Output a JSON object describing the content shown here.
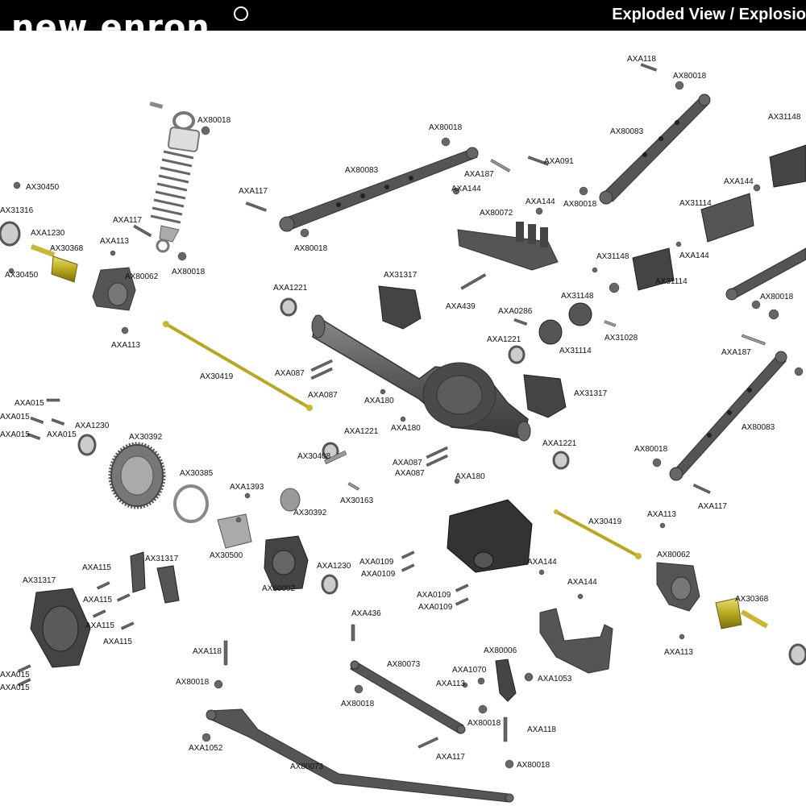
{
  "header": {
    "logo_text": "new enron",
    "title": "Exploded View / Explosio"
  },
  "labels": [
    "AXA118",
    "AX80018",
    "AX31148",
    "AX80083",
    "AX80018",
    "AX80018",
    "AXA091",
    "AXA187",
    "AX80083",
    "AXA117",
    "AX80018",
    "AXA144",
    "AXA144",
    "AX80072",
    "AX80018",
    "AX31316",
    "AX30450",
    "AXA1230",
    "AX30368",
    "AX30450",
    "AXA117",
    "AXA113",
    "AX80062",
    "AX80018",
    "AXA144",
    "AX31114",
    "AX31148",
    "AXA144",
    "AX31114",
    "AX31148",
    "AX31317",
    "AXA439",
    "AXA1221",
    "AXA0286",
    "AX31028",
    "AX31114",
    "AXA113",
    "AX30419",
    "AXA087",
    "AXA087",
    "AXA180",
    "AXA1221",
    "AX31317",
    "AXA187",
    "AX80018",
    "AXA015",
    "AXA015",
    "AXA015",
    "AXA015",
    "AXA1230",
    "AX30392",
    "AXA1221",
    "AX80083",
    "AXA180",
    "AXA087",
    "AXA087",
    "AX30408",
    "AXA1221",
    "AXA180",
    "AX80018",
    "AX30385",
    "AXA1393",
    "AX30392",
    "AX30163",
    "AXA117",
    "AX30419",
    "AXA113",
    "AX30500",
    "AX80002",
    "AXA1230",
    "AXA0109",
    "AXA0109",
    "AXA144",
    "AX80062",
    "AXA115",
    "AX31317",
    "AX31317",
    "AXA115",
    "AXA115",
    "AXA115",
    "AXA0109",
    "AXA0109",
    "AXA144",
    "AX30368",
    "AXA436",
    "AXA113",
    "AXA118",
    "AX80006",
    "AX80073",
    "AXA1070",
    "AXA1053",
    "AX80018",
    "AXA113",
    "AX80018",
    "AXA015",
    "AXA015",
    "AXA118",
    "AX80018",
    "AXA1052",
    "AXA117",
    "AX80073",
    "AX80018"
  ]
}
